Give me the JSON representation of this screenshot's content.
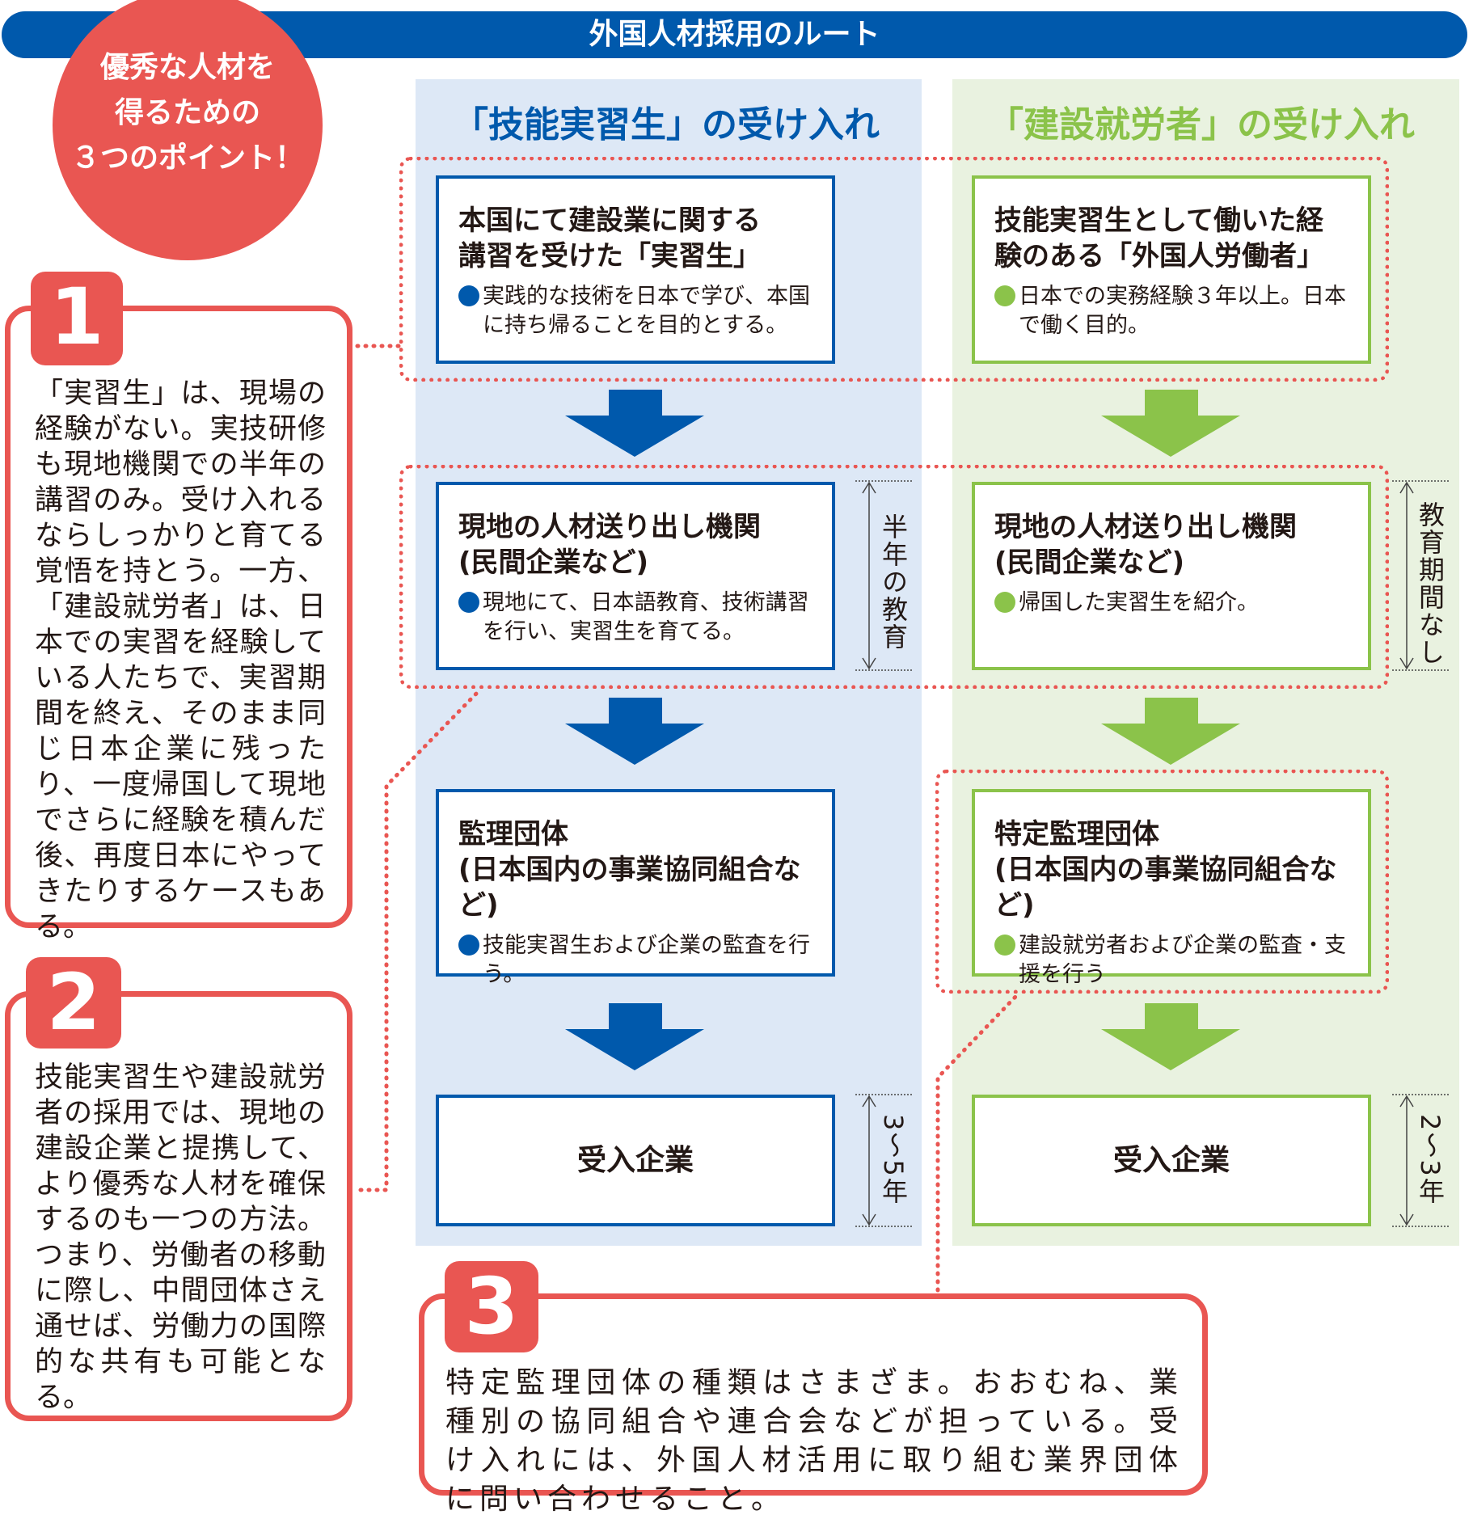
{
  "title": "外国人材採用のルート",
  "callout": "優秀な人材を\n得るための\n３つのポイント！",
  "colors": {
    "blue": "#0059ac",
    "green": "#8bc34a",
    "red": "#e95652",
    "blue_bg": "#dde8f6",
    "green_bg": "#e9f2e0"
  },
  "left": {
    "title": "「技能実習生」の受け入れ",
    "steps": [
      {
        "title": "本国にて建設業に関する\n講習を受けた「実習生」",
        "body": "実践的な技術を日本で学び、本国に持ち帰ることを目的とする。"
      },
      {
        "title": "現地の人材送り出し機関\n(民間企業など)",
        "body": "現地にて、日本語教育、技術講習を行い、実習生を育てる。"
      },
      {
        "title": "監理団体\n(日本国内の事業協同組合など)",
        "body": "技能実習生および企業の監査を行う。"
      },
      {
        "title": "受入企業"
      }
    ],
    "period_education": "半年の教育",
    "period_work": "3〜5年"
  },
  "right": {
    "title": "「建設就労者」の受け入れ",
    "steps": [
      {
        "title": "技能実習生として働いた経\n験のある「外国人労働者」",
        "body": "日本での実務経験３年以上。日本で働く目的。"
      },
      {
        "title": "現地の人材送り出し機関\n(民間企業など)",
        "body": "帰国した実習生を紹介。"
      },
      {
        "title": "特定監理団体\n(日本国内の事業協同組合など)",
        "body": "建設就労者および企業の監査・支援を行う"
      },
      {
        "title": "受入企業"
      }
    ],
    "period_education": "教育期間なし",
    "period_work": "2〜3年"
  },
  "points": [
    {
      "number": "1",
      "text": "「実習生」は、現場の経験がない。実技研修も現地機関での半年の講習のみ。受け入れるならしっかりと育てる覚悟を持とう。一方、「建設就労者」は、日本での実習を経験している人たちで、実習期間を終え、そのまま同じ日本企業に残ったり、一度帰国して現地でさらに経験を積んだ後、再度日本にやってきたりするケースもある。"
    },
    {
      "number": "2",
      "text": "技能実習生や建設就労者の採用では、現地の建設企業と提携して、より優秀な人材を確保するのも一つの方法。つまり、労働者の移動に際し、中間団体さえ通せば、労働力の国際的な共有も可能となる。"
    },
    {
      "number": "3",
      "text": "特定監理団体の種類はさまざま。おおむね、業種別の協同組合や連合会などが担っている。受け入れには、外国人材活用に取り組む業界団体に問い合わせること。"
    }
  ]
}
